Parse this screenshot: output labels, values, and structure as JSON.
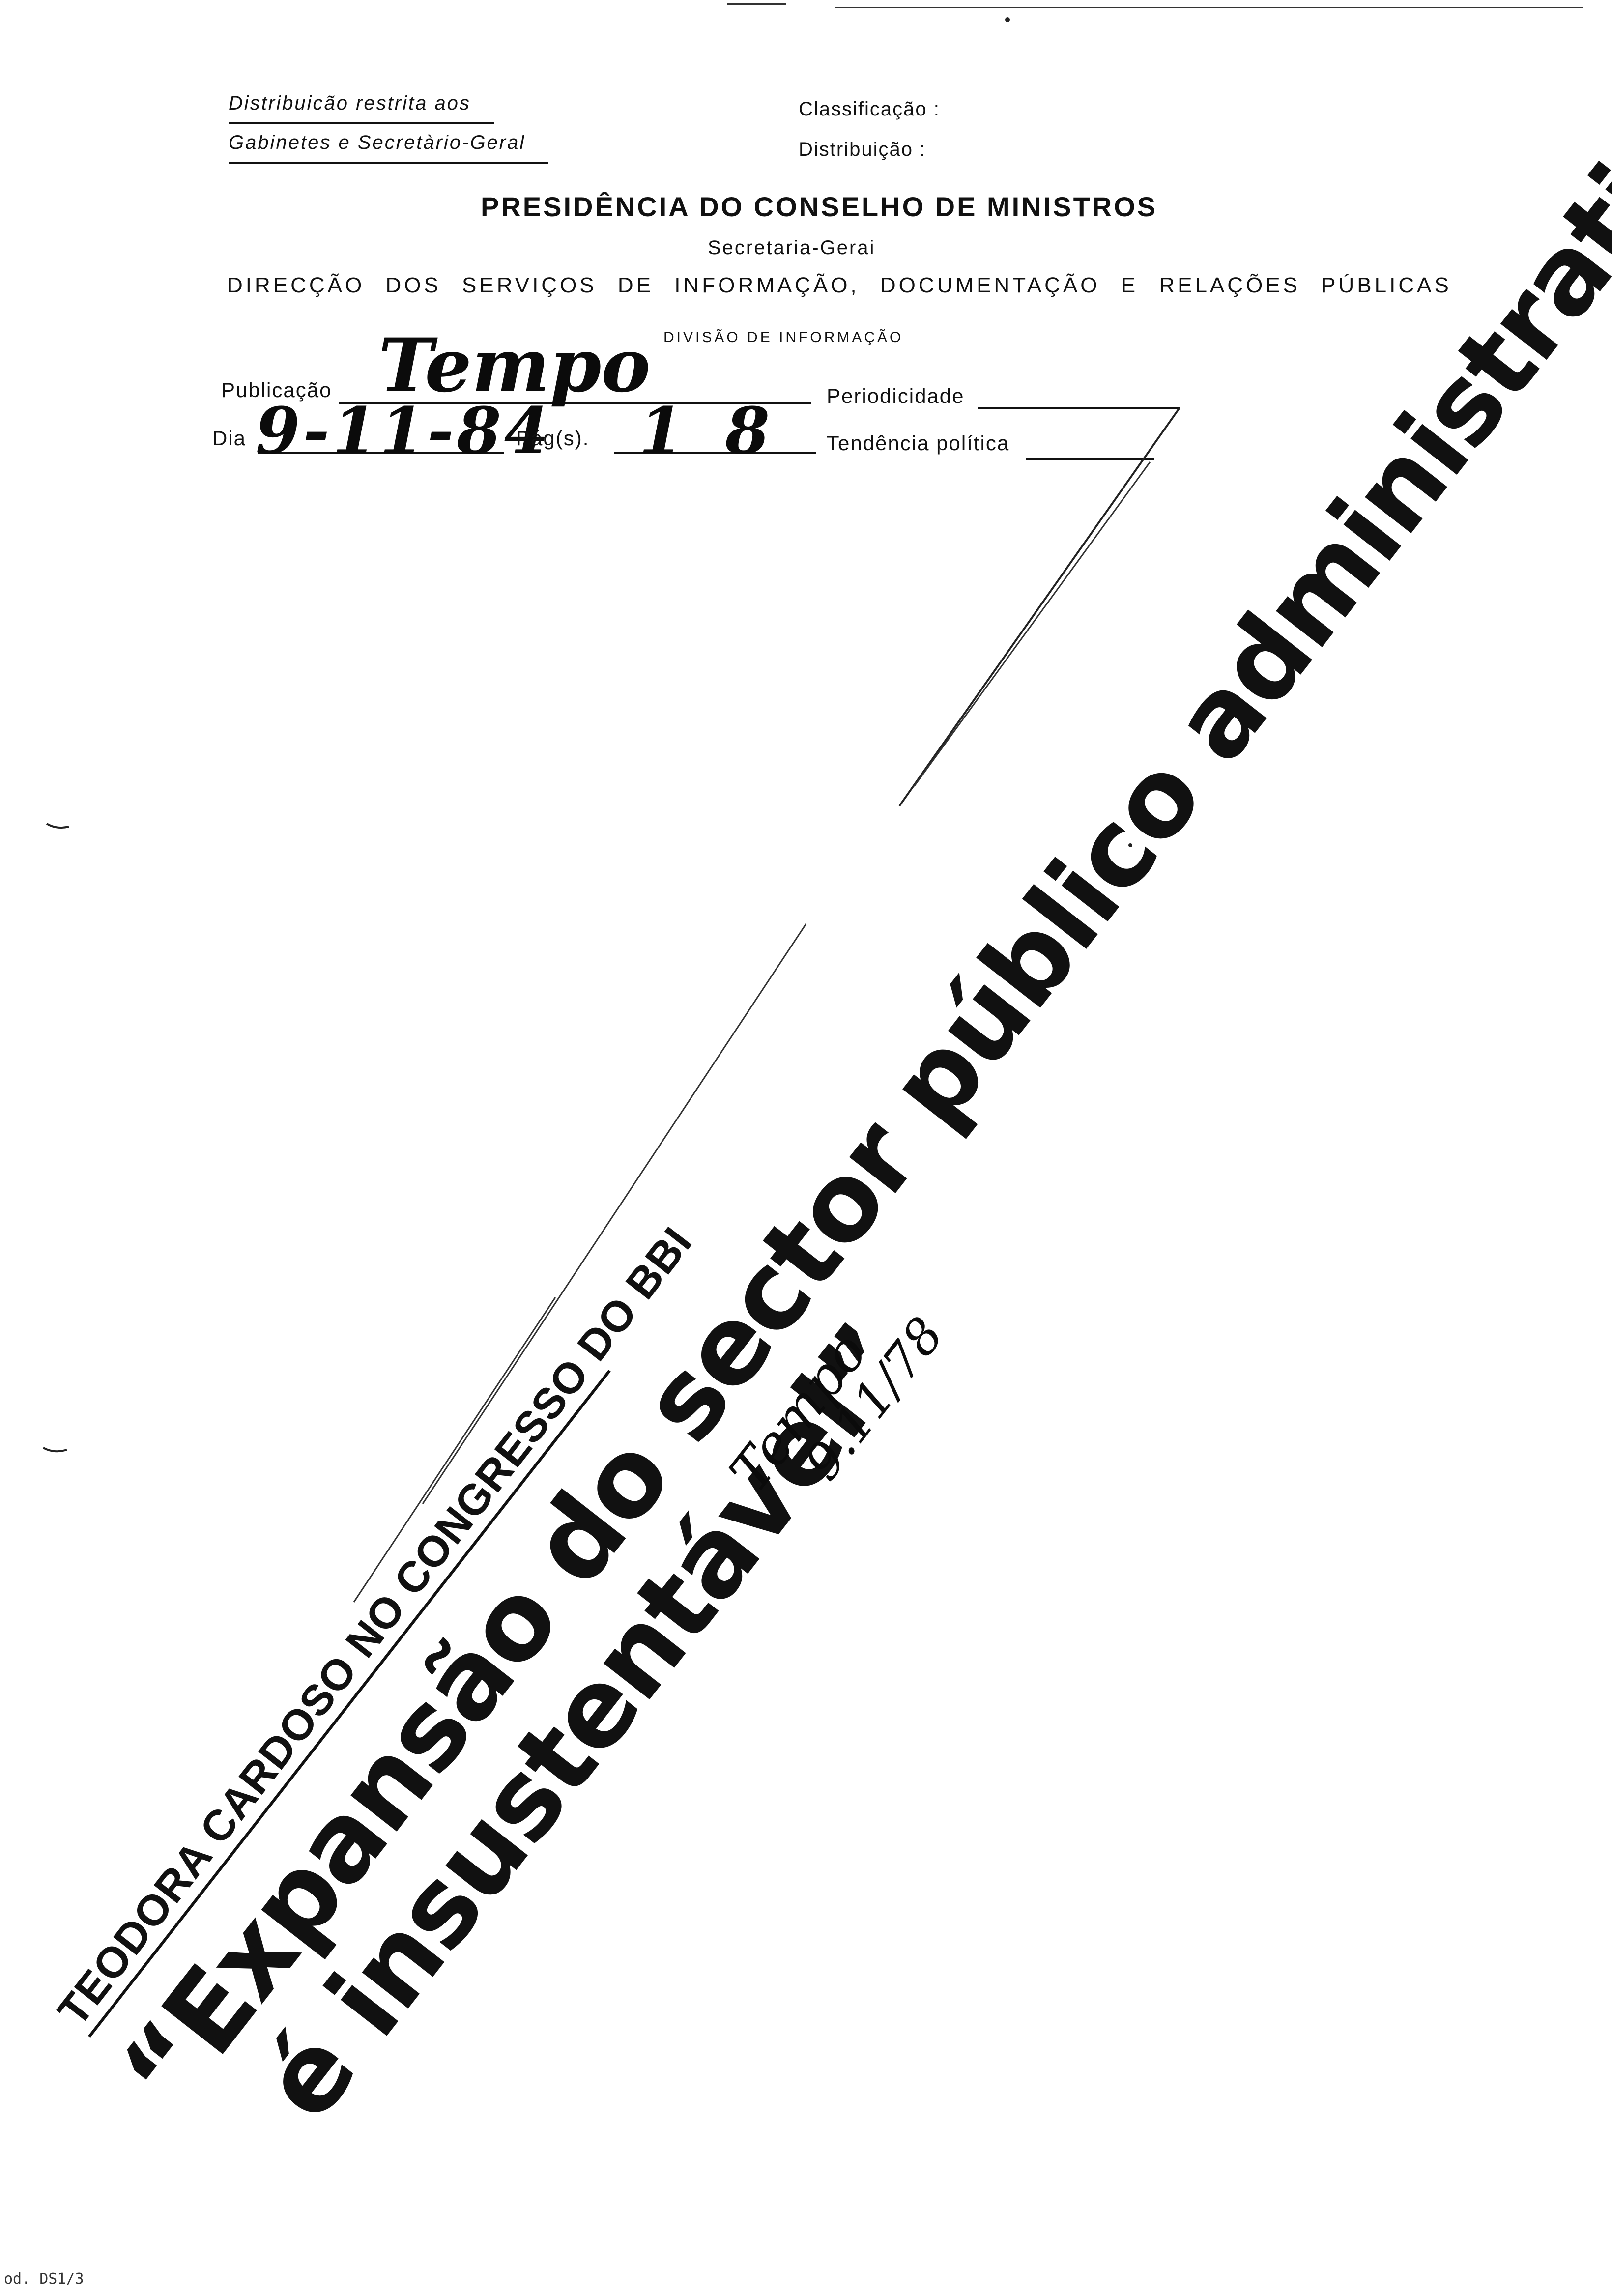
{
  "restriction": {
    "line1": "Distribuicão restrita aos",
    "line2": "Gabinetes e Secretàrio-Geral"
  },
  "classification": {
    "label": "Classificação :",
    "distribution_label": "Distribuição :"
  },
  "organization": {
    "title": "PRESIDÊNCIA DO CONSELHO DE MINISTROS",
    "subtitle": "Secretaria-Gerai",
    "directorate": "DIRECÇÃO DOS SERVIÇOS DE INFORMAÇÃO, DOCUMENTAÇÃO E RELAÇÕES PÚBLICAS",
    "division": "DIVISÃO DE INFORMAÇÃO"
  },
  "form": {
    "publication_label": "Publicação",
    "publication_value": "Tempo",
    "day_label": "Dia",
    "day_value": "9-11-84",
    "pages_label": "Pág(s).",
    "pages_value": "1 8",
    "periodicity_label": "Periodicidade",
    "tendency_label": "Tendência política"
  },
  "article": {
    "kicker": "TEODORA CARDOSO NO CONGRESSO DO BBI",
    "headline_line1": "“Expansão do sector público administrativo",
    "headline_line2": "é insustentável”"
  },
  "annotation": {
    "line1": "Tempo",
    "line2": "9.11/78"
  },
  "footer": {
    "code": "od. DS1/3"
  }
}
